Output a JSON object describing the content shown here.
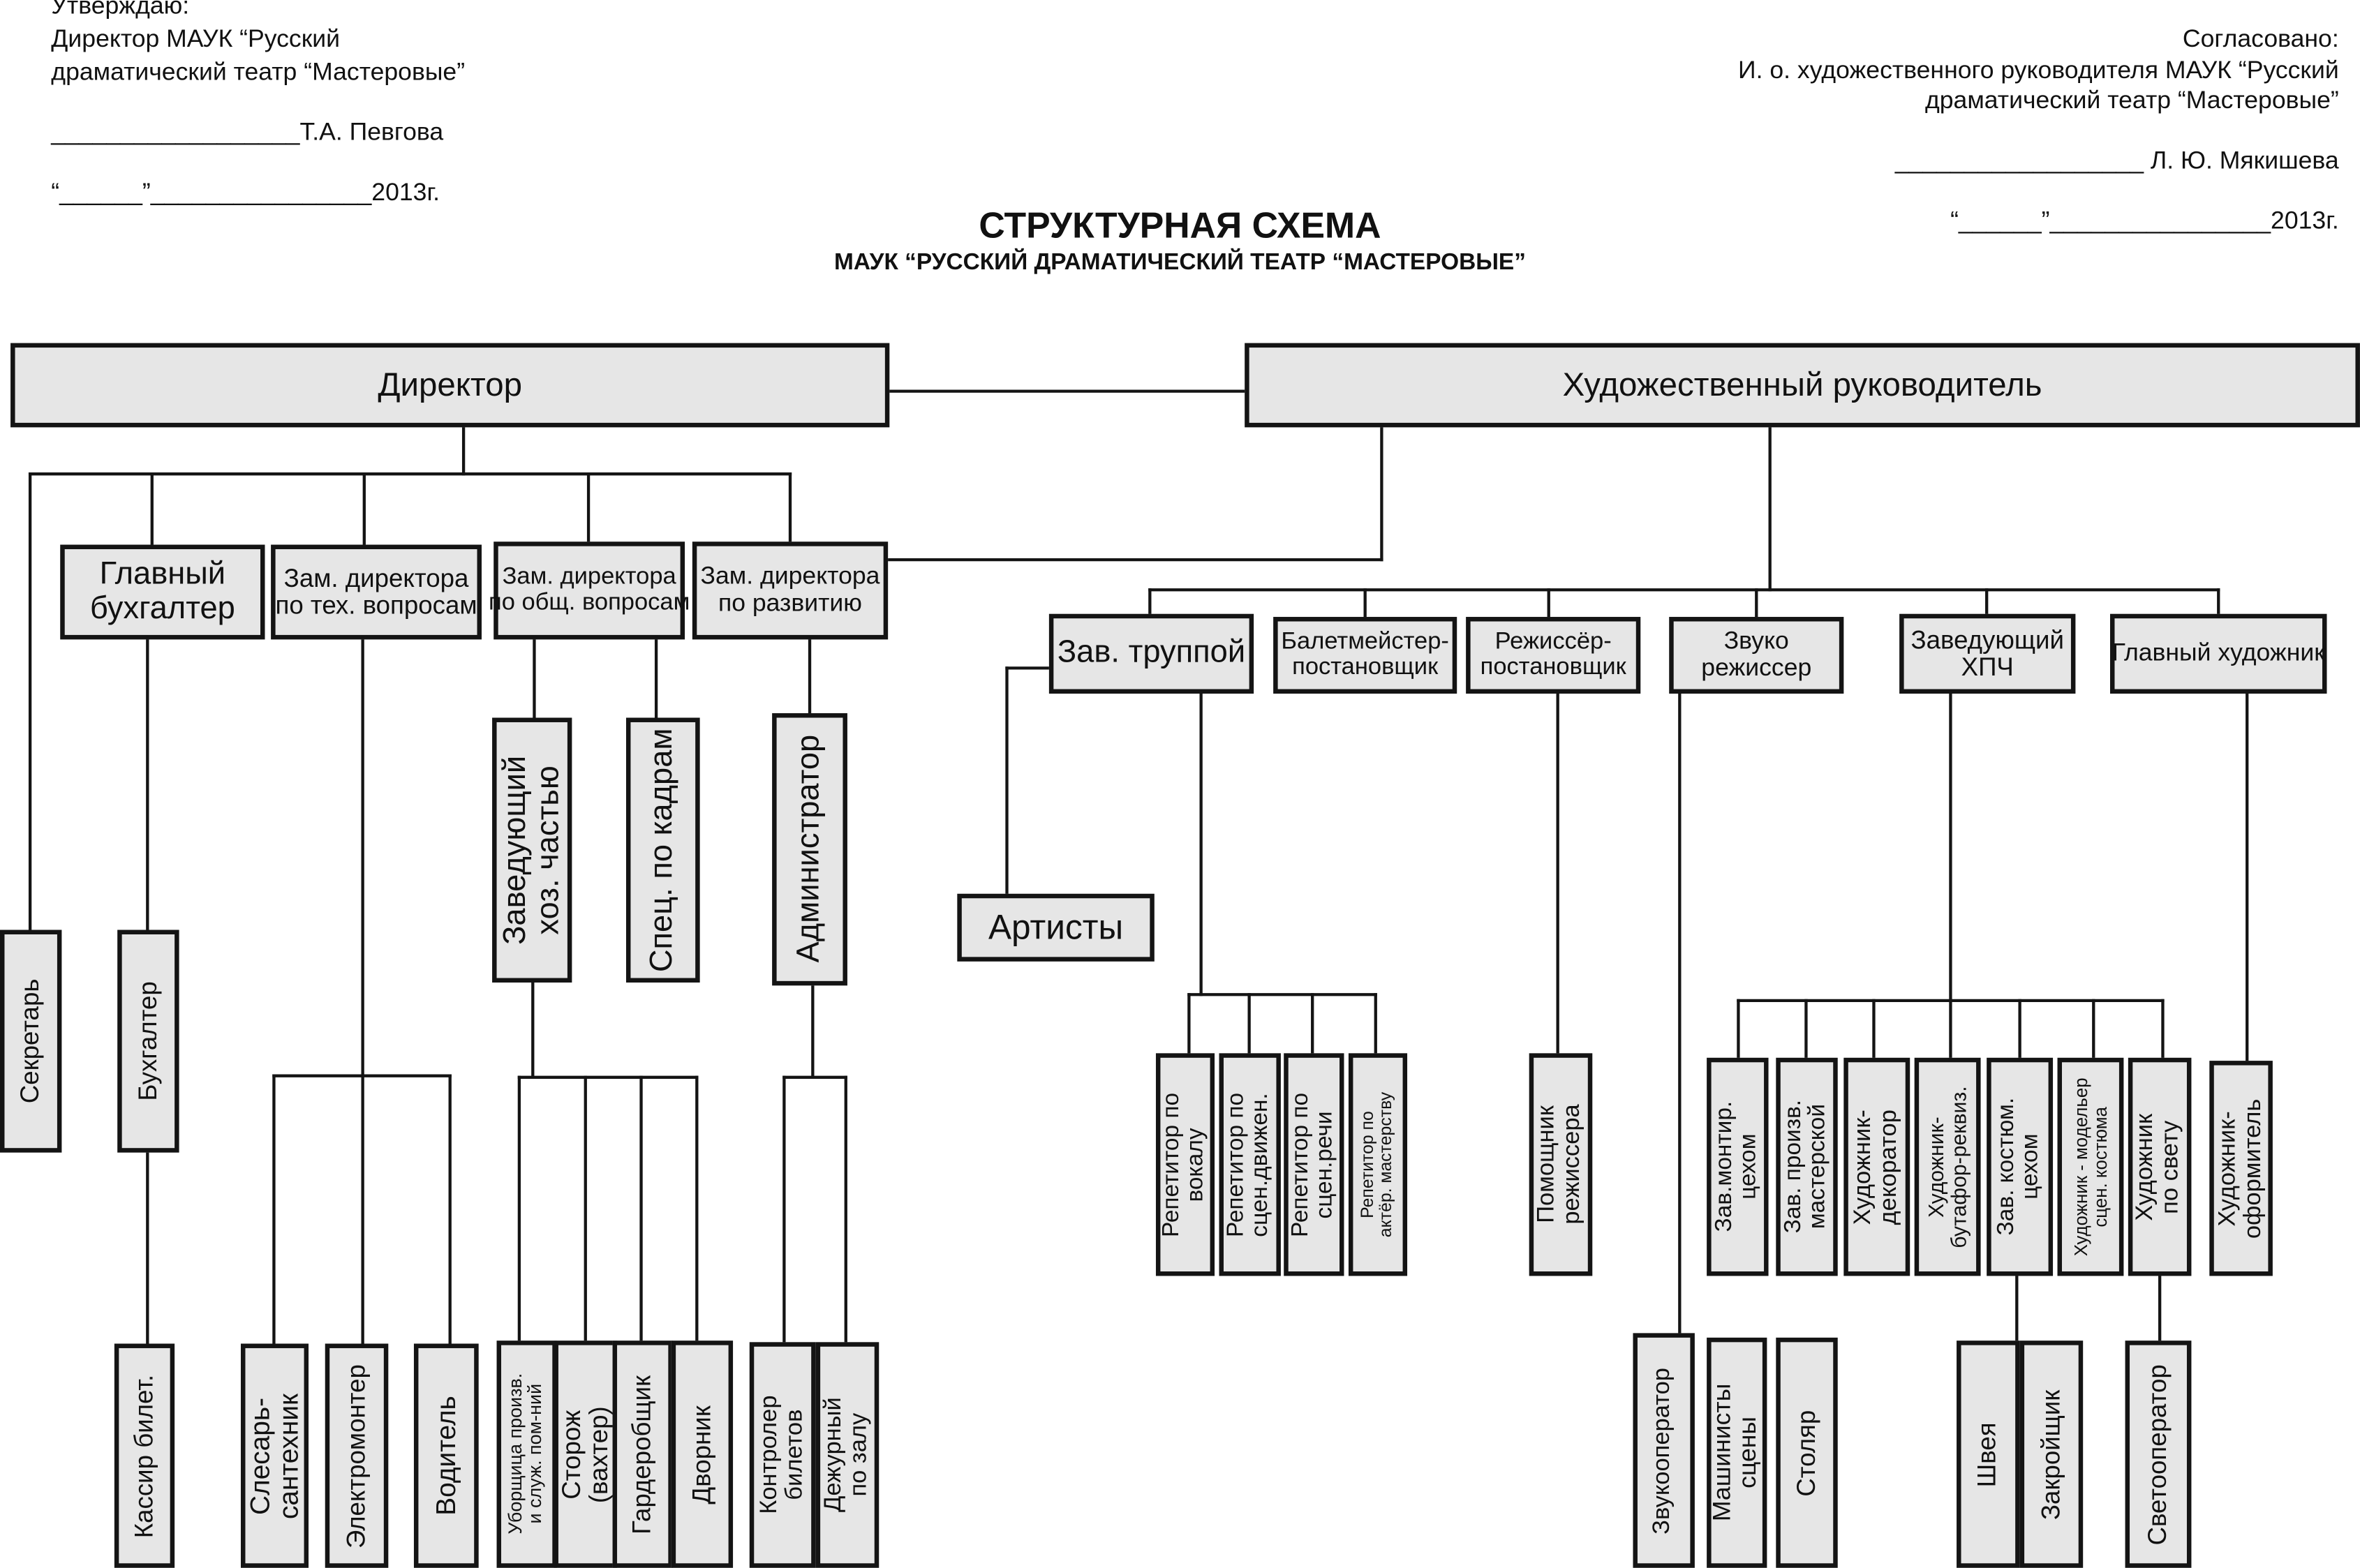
{
  "approval_left": {
    "line1": "Утверждаю:",
    "line2": "Директор МАУК “Русский",
    "line3": "драматический театр “Мастеровые”",
    "signature": "__________________Т.А. Певгова",
    "date": "“______”________________2013г."
  },
  "approval_right": {
    "line1": "Согласовано:",
    "line2": "И. о. художественного руководителя МАУК “Русский",
    "line3": "драматический театр “Мастеровые”",
    "signature": "__________________  Л. Ю. Мякишева",
    "date": "“______”________________2013г."
  },
  "title": {
    "main": "СТРУКТУРНАЯ СХЕМА",
    "sub": "МАУК “РУССКИЙ ДРАМАТИЧЕСКИЙ ТЕАТР “МАСТЕРОВЫЕ”"
  },
  "nodes": {
    "director": "Директор",
    "art_director": "Художественный руководитель",
    "chief_accountant": "Главный\nбухгалтер",
    "deputy_tech": "Зам. директора\nпо тех. вопросам",
    "deputy_general": "Зам. директора\nпо общ. вопросам",
    "deputy_dev": "Зам. директора\nпо развитию",
    "head_household": "Заведующий\nхоз. частью",
    "hr_specialist": "Спец. по кадрам",
    "administrator": "Администратор",
    "secretary": "Секретарь",
    "accountant": "Бухгалтер",
    "ticket_cashier": "Кассир билет.",
    "plumber": "Слесарь-\nсантехник",
    "electrician": "Электромонтер",
    "driver": "Водитель",
    "cleaner": "Уборщица произв.\nи служ. пом-ний",
    "watchman": "Сторож\n(вахтер)",
    "cloakroom": "Гардеробщик",
    "janitor": "Дворник",
    "ticket_controller": "Контролер\nбилетов",
    "hall_attendant": "Дежурный\nпо залу",
    "troupe_head": "Зав. труппой",
    "ballet_master": "Балетмейстер-\nпостановщик",
    "stage_director": "Режиссёр-\nпостановщик",
    "sound_director": "Звуко\nрежиссер",
    "hpch_head": "Заведующий\nХПЧ",
    "chief_artist": "Главный художник",
    "actors": "Артисты",
    "rep_vocal": "Репетитор по\nвокалу",
    "rep_movement": "Репетитор по\nсцен.движен.",
    "rep_speech": "Репетитор по\nсцен.речи",
    "rep_acting": "Репетитор по\nактёр. мастерству",
    "assistant_director": "Помощник\nрежиссера",
    "sound_operator": "Звукооператор",
    "stage_machinists": "Машинисты\nсцены",
    "carpenter": "Столяр",
    "head_assembly": "Зав.монтир.\nцехом",
    "head_workshop": "Зав. произв.\nмастерской",
    "artist_decorator": "Художник-\nдекоратор",
    "artist_props": "Художник-\nбутафор-реквиз.",
    "head_costume": "Зав. костюм.\nцехом",
    "costume_designer": "Художник - модельер\nсцен. костюма",
    "lighting_artist": "Художник\nпо свету",
    "artist_designer": "Художник-\nоформитель",
    "seamstress": "Швея",
    "cutter": "Закройщик",
    "light_operator": "Светооператор"
  }
}
